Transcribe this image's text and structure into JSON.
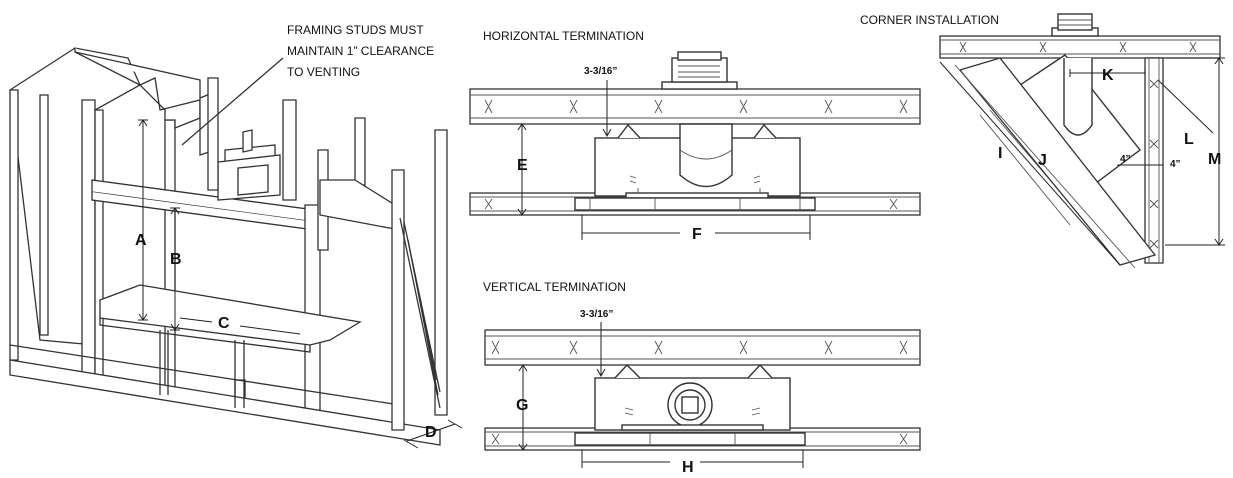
{
  "framing": {
    "note_lines": [
      "FRAMING STUDS MUST",
      "MAINTAIN  1” CLEARANCE",
      "TO VENTING"
    ],
    "labels": {
      "a": "A",
      "b": "B",
      "c": "C",
      "d": "D"
    }
  },
  "horizontal": {
    "title": "HORIZONTAL TERMINATION",
    "offset": "3-3/16”",
    "labels": {
      "e": "E",
      "f": "F"
    }
  },
  "vertical": {
    "title": "VERTICAL TERMINATION",
    "offset": "3-3/16”",
    "labels": {
      "g": "G",
      "h": "H"
    }
  },
  "corner": {
    "title": "CORNER INSTALLATION",
    "labels": {
      "i": "I",
      "j": "J",
      "k": "K",
      "l": "L",
      "m": "M"
    },
    "clear_a": "4”",
    "clear_b": "4”"
  }
}
